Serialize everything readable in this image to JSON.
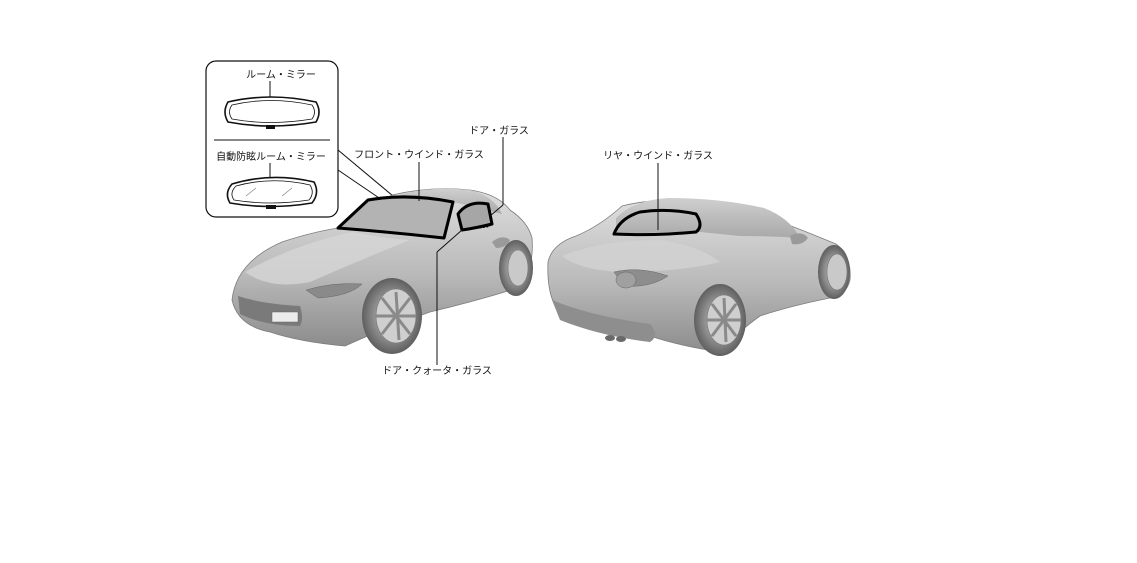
{
  "labels": {
    "room_mirror": "ルーム・ミラー",
    "auto_dimming_mirror": "自動防眩ルーム・ミラー",
    "front_windshield": "フロント・ウインド・ガラス",
    "door_glass": "ドア・ガラス",
    "door_quarter_glass": "ドア・クォータ・ガラス",
    "rear_window_glass": "リヤ・ウインド・ガラス"
  }
}
